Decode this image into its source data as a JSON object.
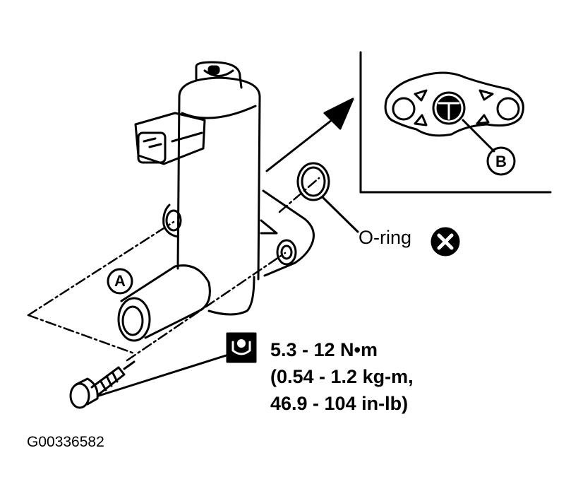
{
  "diagram": {
    "figure_id": "G00336582",
    "callouts": {
      "a": "A",
      "b": "B"
    },
    "oring": {
      "label": "O-ring",
      "marker_icon": "do-not-reuse-icon"
    },
    "torque": {
      "icon": "torque-wrench-icon",
      "line1": "5.3 - 12 N•m",
      "line2": "(0.54 - 1.2 kg-m,",
      "line3": "46.9 - 104 in-lb)"
    },
    "inset": {
      "description": "Solenoid valve mounting face detail"
    },
    "colors": {
      "ink": "#000000",
      "paper": "#ffffff"
    }
  }
}
